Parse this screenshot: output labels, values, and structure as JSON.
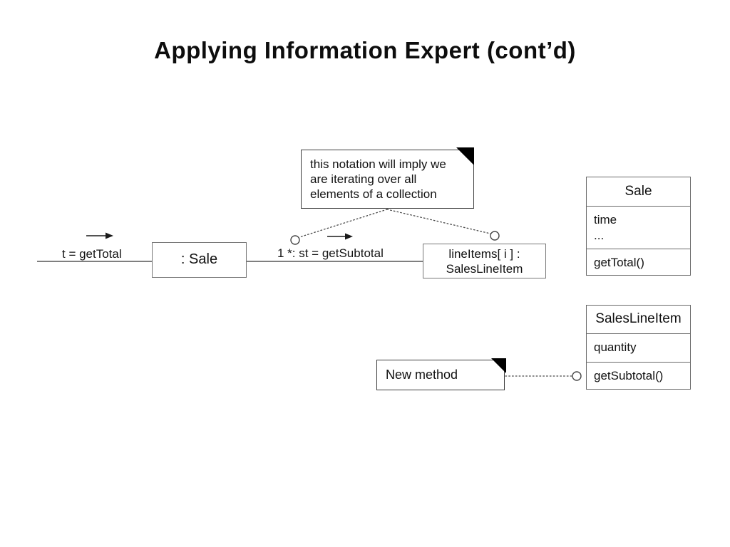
{
  "slide": {
    "title": "Applying Information Expert (cont’d)"
  },
  "note_collection": {
    "lines": [
      "this notation will imply we",
      "are iterating over all",
      "elements of a collection"
    ]
  },
  "note_new_method": {
    "text": "New method"
  },
  "sequence": {
    "call1_label": "t = getTotal",
    "object1_label": ": Sale",
    "call2_label": "1 *: st = getSubtotal",
    "object2_line1": "lineItems[ i ] :",
    "object2_line2": "SalesLineItem"
  },
  "class_sale": {
    "name": "Sale",
    "attr1": "time",
    "attr2": "...",
    "method1": "getTotal()"
  },
  "class_saleslineitem": {
    "name": "SalesLineItem",
    "attr1": "quantity",
    "method1": "getSubtotal()"
  },
  "colors": {
    "lifeline": "#7f7f7f",
    "box_border": "#777777",
    "class_border": "#6a6a6a",
    "note_border": "#3d3d3d",
    "note_fold": "#000000",
    "connector_dotted": "#474747",
    "arrow": "#1a1a1a",
    "text": "#111111",
    "background": "#ffffff"
  }
}
